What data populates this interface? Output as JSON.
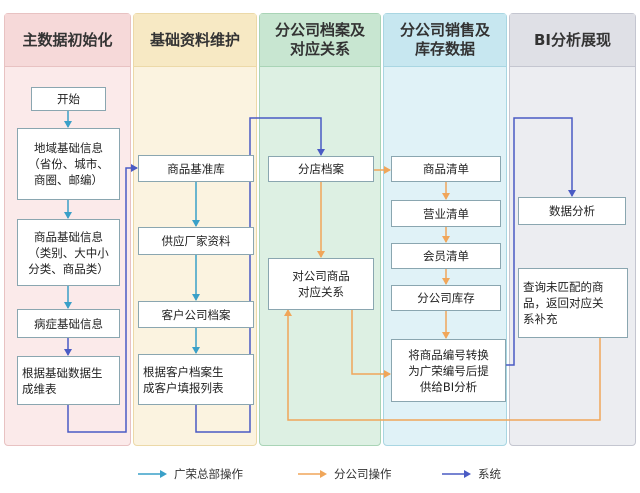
{
  "lanes": [
    {
      "title": "主数据初始化",
      "bg": "#fbeaea",
      "border": "#e8c2c2",
      "head": "#f6d9d9"
    },
    {
      "title": "基础资料维护",
      "bg": "#fbf3e0",
      "border": "#ecd9a8",
      "head": "#f7e9c4"
    },
    {
      "title": "分公司档案及\n对应关系",
      "bg": "#ddf0e3",
      "border": "#a9d4b6",
      "head": "#c8e6d1"
    },
    {
      "title": "分公司销售及\n库存数据",
      "bg": "#e0f2f7",
      "border": "#a9d6e2",
      "head": "#c7e7f0"
    },
    {
      "title": "BI分析展现",
      "bg": "#ecedf1",
      "border": "#c4c6d0",
      "head": "#dfe0e6"
    }
  ],
  "nodes": {
    "start": "开始",
    "region_info": "地域基础信息\n（省份、城市、\n商圈、邮编）",
    "product_info": "商品基础信息\n（类别、大中小\n分类、商品类）",
    "disease_info": "病症基础信息",
    "gen_table": "根据基础数据生\n成维表",
    "product_lib": "商品基准库",
    "supplier": "供应厂家资料",
    "customer_co": "客户公司档案",
    "gen_list": "根据客户档案生\n成客户填报列表",
    "branch_file": "分店档案",
    "co_product_map": "对公司商品\n对应关系",
    "product_list": "商品清单",
    "business_list": "营业清单",
    "member_list": "会员清单",
    "branch_stock": "分公司库存",
    "convert_code": "将商品编号转换\n为广荣编号后提\n供给BI分析",
    "data_analysis": "数据分析",
    "query_unmatched": "查询未匹配的商\n品，返回对应关\n系补充"
  },
  "legend": [
    {
      "label": "广荣总部操作",
      "color": "#3aa0c8"
    },
    {
      "label": "分公司操作",
      "color": "#f0a65a"
    },
    {
      "label": "系统",
      "color": "#4a5bc4"
    }
  ]
}
